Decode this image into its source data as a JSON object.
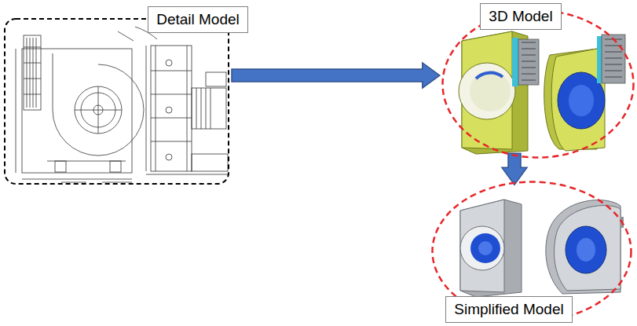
{
  "diagram": {
    "nodes": [
      {
        "text": [
          "Detail Model"
        ]
      },
      {
        "text": [
          "3D Model"
        ]
      },
      {
        "text": [
          "Simplified Model"
        ]
      }
    ],
    "edges": [
      {
        "from": 0,
        "to": 1,
        "arrow": "to"
      },
      {
        "from": 1,
        "to": 2,
        "arrow": "to"
      }
    ]
  }
}
